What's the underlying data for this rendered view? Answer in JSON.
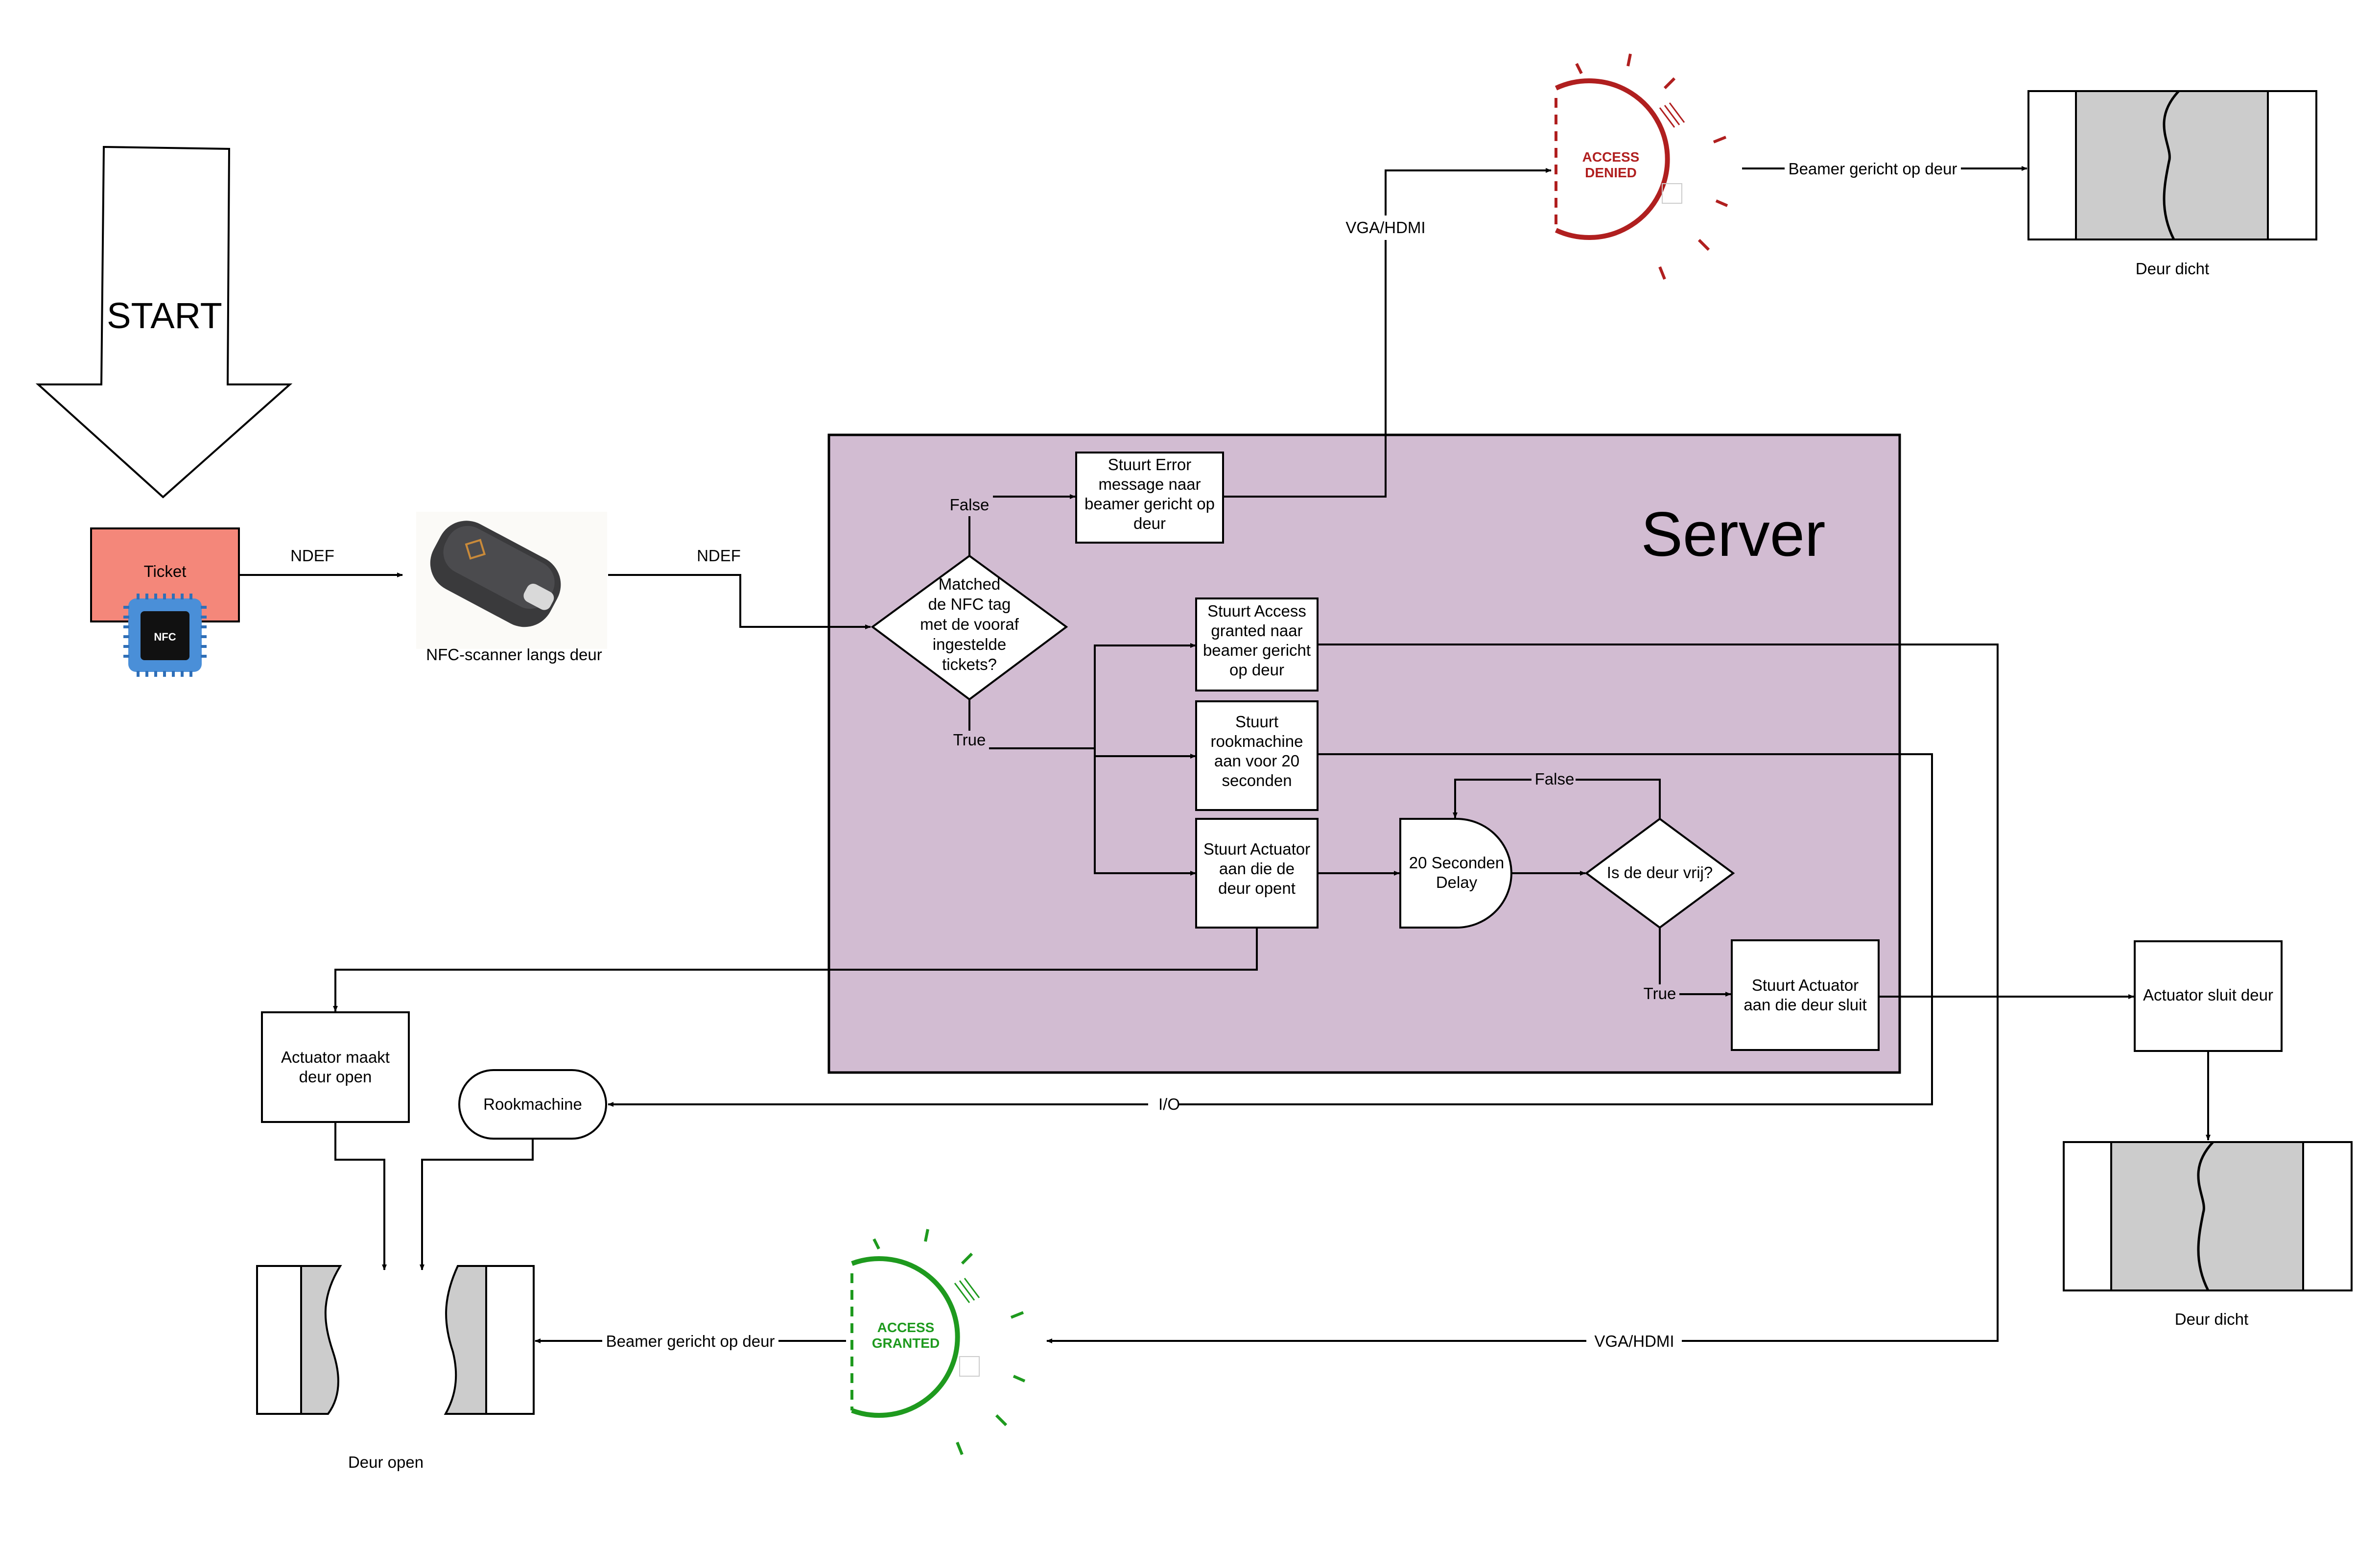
{
  "start": {
    "label": "START"
  },
  "ticket": {
    "label": "Ticket",
    "chip_label": "NFC",
    "color": "#f4877a",
    "chip_color": "#4a8fd8"
  },
  "scanner": {
    "label": "NFC-scanner langs deur"
  },
  "edges": {
    "ndef_1": "NDEF",
    "ndef_2": "NDEF",
    "false_1": "False",
    "true_1": "True",
    "false_2": "False",
    "true_2": "True",
    "vga_1": "VGA/HDMI",
    "vga_2": "VGA/HDMI",
    "io": "I/O",
    "beamer_1": "Beamer gericht op deur",
    "beamer_2": "Beamer gericht op deur"
  },
  "server": {
    "title": "Server",
    "color": "#d2bcd2",
    "decision_main": [
      "Matched",
      "de NFC tag",
      "met de vooraf",
      "ingestelde",
      "tickets?"
    ],
    "error_box": [
      "Stuurt Error",
      "message naar",
      "beamer gericht op",
      "deur"
    ],
    "access_box": [
      "Stuurt Access",
      "granted naar",
      "beamer gericht",
      "op deur"
    ],
    "smoke_box": [
      "Stuurt",
      "rookmachine",
      "aan voor 20",
      "seconden"
    ],
    "actuator_open_box": [
      "Stuurt Actuator",
      "aan die de",
      "deur opent"
    ],
    "delay_box": [
      "20 Seconden",
      "Delay"
    ],
    "door_free_decision": [
      "Is de deur vrij?"
    ],
    "actuator_close_box": [
      "Stuurt Actuator",
      "aan die deur sluit"
    ]
  },
  "outside": {
    "actuator_opens": [
      "Actuator maakt",
      "deur open"
    ],
    "smoke_machine": "Rookmachine",
    "actuator_closes": "Actuator sluit deur",
    "door_open_label": "Deur open",
    "door_closed_label_1": "Deur dicht",
    "door_closed_label_2": "Deur dicht"
  },
  "stamps": {
    "denied": {
      "line1": "ACCESS",
      "line2": "DENIED",
      "color": "#b01f1f"
    },
    "granted": {
      "line1": "ACCESS",
      "line2": "GRANTED",
      "color": "#1e9a1e"
    }
  },
  "colors": {
    "door_panel": "#cccccc"
  }
}
